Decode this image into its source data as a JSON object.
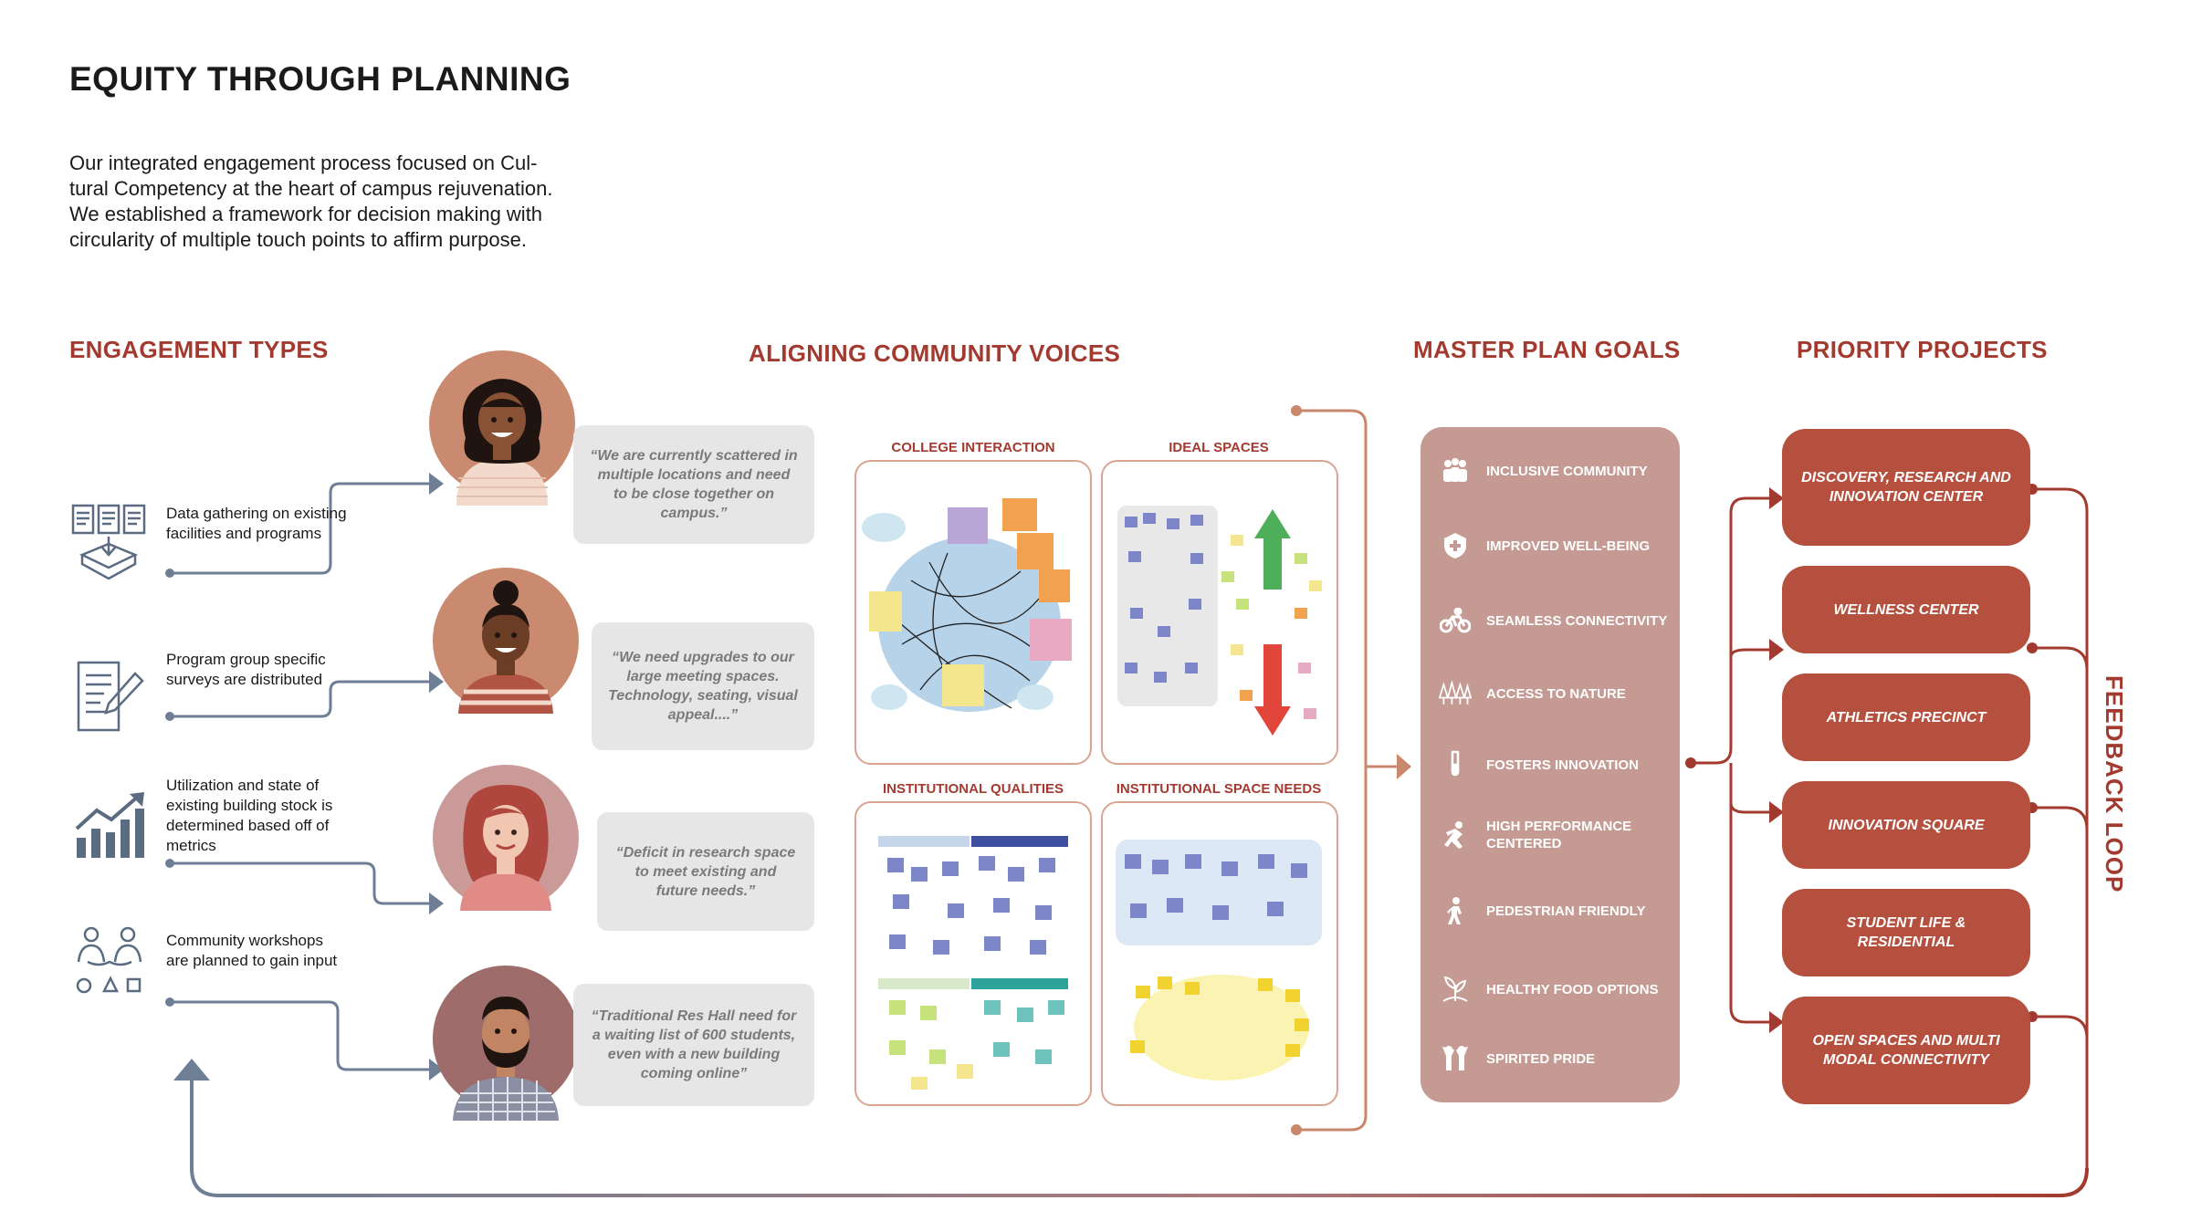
{
  "title": "EQUITY THROUGH PLANNING",
  "intro": "Our integrated engagement process focused on Cultural Competency at the heart of campus rejuvenation. We established a framework for decision making with circularity of multiple touch points to affirm purpose.",
  "intro_lines": [
    "Our integrated engagement process focused on Cul-",
    "tural Competency at the heart of campus rejuvenation.",
    "We established a framework for decision making with",
    "circularity of multiple touch points to affirm purpose."
  ],
  "sections": {
    "engagement": "ENGAGEMENT TYPES",
    "voices": "ALIGNING COMMUNITY VOICES",
    "goals": "MASTER PLAN GOALS",
    "projects": "PRIORITY PROJECTS",
    "feedback": "FEEDBACK LOOP"
  },
  "engagement_types": [
    {
      "text": "Data gathering on existing facilities and programs",
      "icon": "documents-icon"
    },
    {
      "text": "Program group specific surveys are distributed",
      "icon": "survey-pen-icon"
    },
    {
      "text": "Utilization and state of existing building stock is determined based off of metrics",
      "icon": "growth-chart-icon"
    },
    {
      "text": "Community workshops are planned to gain input",
      "icon": "community-people-icon"
    }
  ],
  "quotes": [
    "“We are currently scattered in multiple locations and need to be close together on campus.”",
    "“We need upgrades to our large meeting spaces. Technology, seating, visual appeal....”",
    "“Deficit in research space to meet existing and future needs.”",
    "“Traditional Res Hall need for a waiting list of 600 students, even with a new building coming online”"
  ],
  "boards": [
    {
      "label": "COLLEGE INTERACTION"
    },
    {
      "label": "IDEAL SPACES"
    },
    {
      "label": "INSTITUTIONAL QUALITIES"
    },
    {
      "label": "INSTITUTIONAL SPACE NEEDS"
    }
  ],
  "goals": [
    {
      "label": "INCLUSIVE COMMUNITY",
      "icon": "group-icon"
    },
    {
      "label": "IMPROVED WELL-BEING",
      "icon": "health-shield-icon"
    },
    {
      "label": "SEAMLESS CONNECTIVITY",
      "icon": "bicycle-icon"
    },
    {
      "label": "ACCESS TO NATURE",
      "icon": "trees-icon"
    },
    {
      "label": "FOSTERS INNOVATION",
      "icon": "test-tube-icon"
    },
    {
      "label": "HIGH PERFORMANCE CENTERED",
      "icon": "runner-icon"
    },
    {
      "label": "PEDESTRIAN FRIENDLY",
      "icon": "walking-icon"
    },
    {
      "label": "HEALTHY FOOD OPTIONS",
      "icon": "plant-icon"
    },
    {
      "label": "SPIRITED PRIDE",
      "icon": "cheer-icon"
    }
  ],
  "projects": [
    "DISCOVERY, RESEARCH AND INNOVATION CENTER",
    "WELLNESS CENTER",
    "ATHLETICS PRECINCT",
    "INNOVATION SQUARE",
    "STUDENT LIFE & RESIDENTIAL",
    "OPEN SPACES AND MULTI MODAL CONNECTIVITY"
  ],
  "colors": {
    "accent": "#a33a2f",
    "goals_panel": "#c49a93",
    "project_pill": "#b5503f",
    "connector_blue": "#6e7f95",
    "connector_tan": "#c9886c"
  }
}
